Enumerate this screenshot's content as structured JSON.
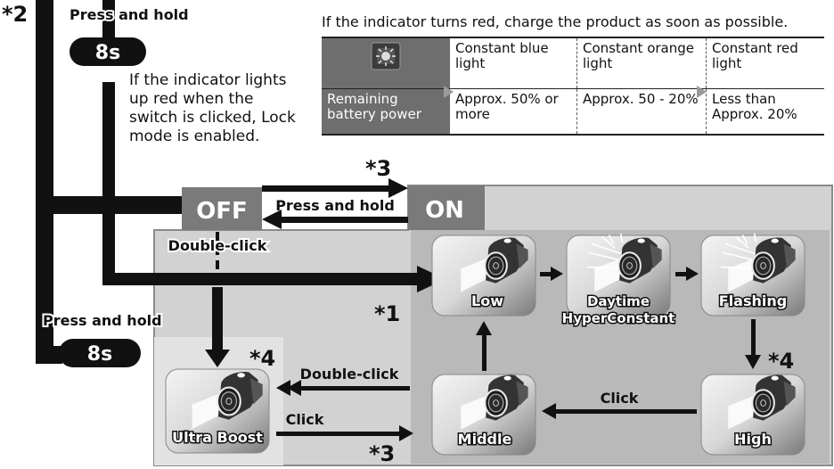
{
  "star2": "*2",
  "star1": "*1",
  "star3": "*3",
  "star4": "*4",
  "press_and_hold": "Press and hold",
  "press_and_hold_bottom": "Press and hold",
  "hold_time": "8s",
  "hold_time_bottom": "8s",
  "lock_note": "If the indicator lights up red when the switch is clicked, Lock mode is enabled.",
  "battery_note": "If the indicator turns red, charge the product as soon as possible.",
  "battery_table": {
    "header_row": [
      "Constant blue light",
      "Constant orange light",
      "Constant red light"
    ],
    "row_label": "Remaining battery power",
    "values": [
      "Approx. 50% or more",
      "Approx. 50 - 20%",
      "Less than Approx. 20%"
    ]
  },
  "state_off": "OFF",
  "state_on": "ON",
  "off_to_on_label": "Press and hold",
  "double_click_off": "Double-click",
  "double_click_boost": "Double-click",
  "click_boost": "Click",
  "click_high_middle": "Click",
  "modes": {
    "low": "Low",
    "daytime": "Daytime",
    "hyperconstant": "HyperConstant",
    "flashing": "Flashing",
    "high": "High",
    "middle": "Middle",
    "ultra_boost": "Ultra Boost"
  }
}
